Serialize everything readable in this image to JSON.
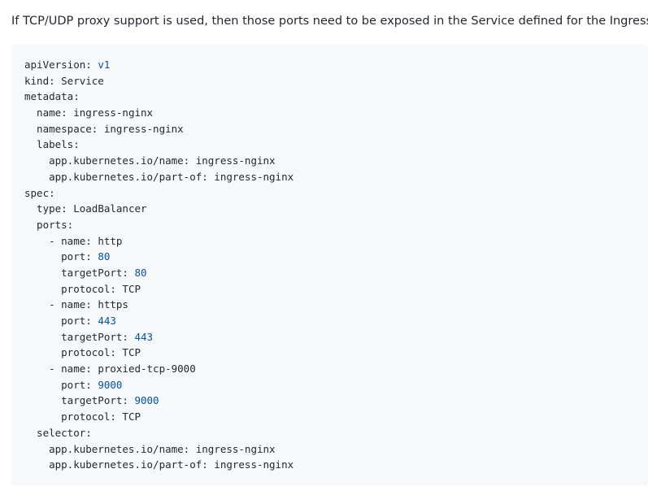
{
  "intro_text": "If TCP/UDP proxy support is used, then those ports need to be exposed in the Service defined for the Ingress.",
  "code_lines": [
    {
      "key": "apiVersion: ",
      "value": "v1",
      "value_type": "num"
    },
    {
      "key": "kind: ",
      "value": "Service",
      "value_type": "str"
    },
    {
      "key": "metadata:",
      "value": "",
      "value_type": "str"
    },
    {
      "key": "  name: ",
      "value": "ingress-nginx",
      "value_type": "str"
    },
    {
      "key": "  namespace: ",
      "value": "ingress-nginx",
      "value_type": "str"
    },
    {
      "key": "  labels:",
      "value": "",
      "value_type": "str"
    },
    {
      "key": "    app.kubernetes.io/name: ",
      "value": "ingress-nginx",
      "value_type": "str"
    },
    {
      "key": "    app.kubernetes.io/part-of: ",
      "value": "ingress-nginx",
      "value_type": "str"
    },
    {
      "key": "spec:",
      "value": "",
      "value_type": "str"
    },
    {
      "key": "  type: ",
      "value": "LoadBalancer",
      "value_type": "str"
    },
    {
      "key": "  ports:",
      "value": "",
      "value_type": "str"
    },
    {
      "key": "    - name: ",
      "value": "http",
      "value_type": "str"
    },
    {
      "key": "      port: ",
      "value": "80",
      "value_type": "num"
    },
    {
      "key": "      targetPort: ",
      "value": "80",
      "value_type": "num"
    },
    {
      "key": "      protocol: ",
      "value": "TCP",
      "value_type": "str"
    },
    {
      "key": "    - name: ",
      "value": "https",
      "value_type": "str"
    },
    {
      "key": "      port: ",
      "value": "443",
      "value_type": "num"
    },
    {
      "key": "      targetPort: ",
      "value": "443",
      "value_type": "num"
    },
    {
      "key": "      protocol: ",
      "value": "TCP",
      "value_type": "str"
    },
    {
      "key": "    - name: ",
      "value": "proxied-tcp-9000",
      "value_type": "str"
    },
    {
      "key": "      port: ",
      "value": "9000",
      "value_type": "num"
    },
    {
      "key": "      targetPort: ",
      "value": "9000",
      "value_type": "num"
    },
    {
      "key": "      protocol: ",
      "value": "TCP",
      "value_type": "str"
    },
    {
      "key": "  selector:",
      "value": "",
      "value_type": "str"
    },
    {
      "key": "    app.kubernetes.io/name: ",
      "value": "ingress-nginx",
      "value_type": "str"
    },
    {
      "key": "    app.kubernetes.io/part-of: ",
      "value": "ingress-nginx",
      "value_type": "str"
    }
  ],
  "colors": {
    "text": "#24292f",
    "code_background": "#f6f8fa",
    "number_value": "#0550ae"
  }
}
